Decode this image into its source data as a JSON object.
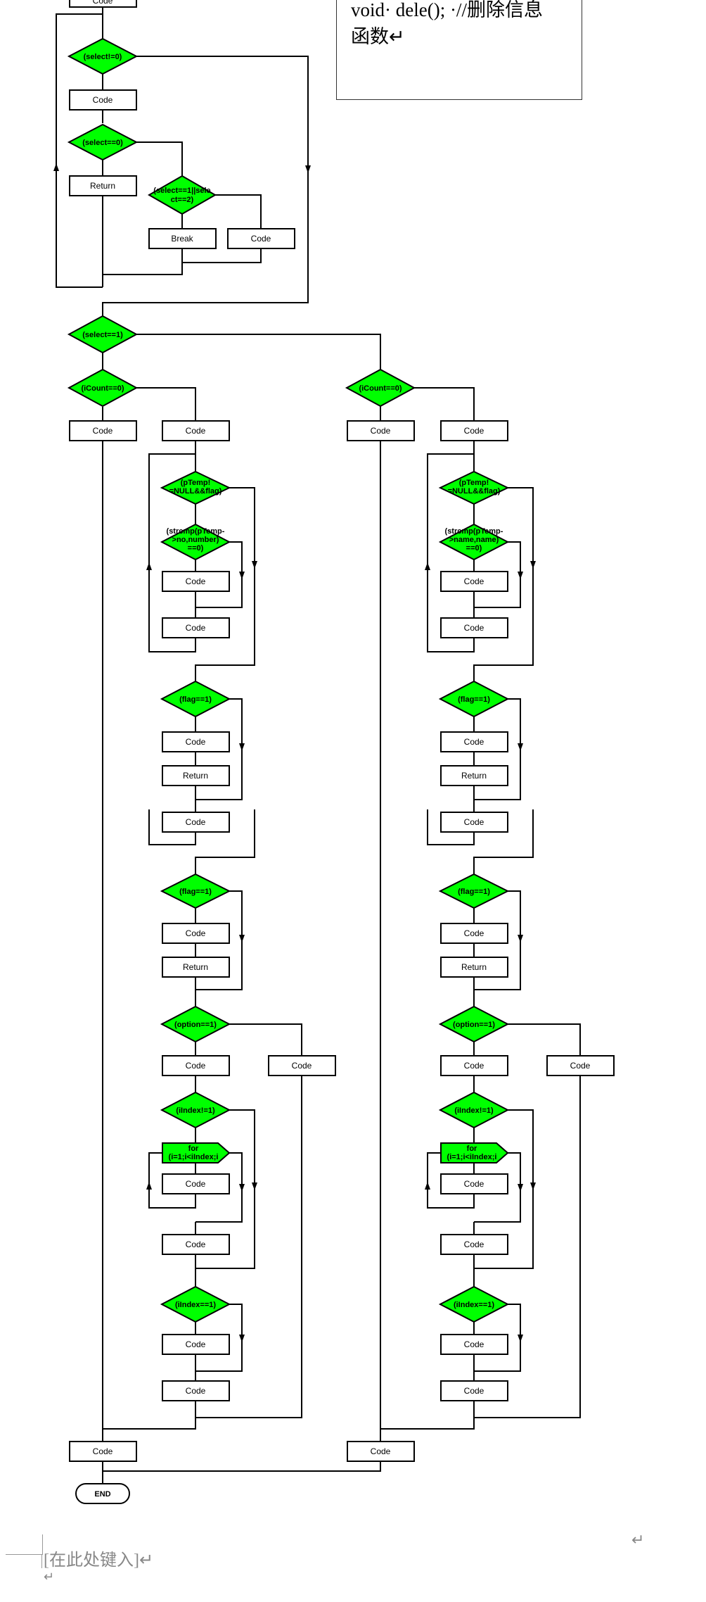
{
  "note": {
    "line1": "void· dele(); ·//删除信息",
    "line2": "函数↵"
  },
  "header_placeholder": "[在此处键入]↵",
  "header_return": "↵",
  "right_return": "↵",
  "labels": {
    "code": "Code",
    "return": "Return",
    "break": "Break",
    "end": "END",
    "select_ne0": "(select!=0)",
    "select_eq0": "(select==0)",
    "select_12_a": "(select==1||sele",
    "select_12_b": "ct==2)",
    "select_eq1": "(select==1)",
    "icount_eq0": "(iCount==0)",
    "ptemp_a": "(pTemp!",
    "ptemp_b": "=NULL&&flag)",
    "strcmp_no_a": "(strcmp(pTemp-",
    "strcmp_no_b": ">no,number)",
    "strcmp_no_c": "==0)",
    "strcmp_name_a": "(strcmp(pTemp-",
    "strcmp_name_b": ">name,name)",
    "strcmp_name_c": "==0)",
    "flag_eq1": "(flag==1)",
    "option_eq1": "(option==1)",
    "iindex_ne1": "(iIndex!=1)",
    "iindex_eq1": "(iIndex==1)",
    "for_a": "for",
    "for_b": "(i=1;i<iIndex;i",
    "for_c": "for",
    "for_d": "(i=1;i<iIndex;i"
  }
}
